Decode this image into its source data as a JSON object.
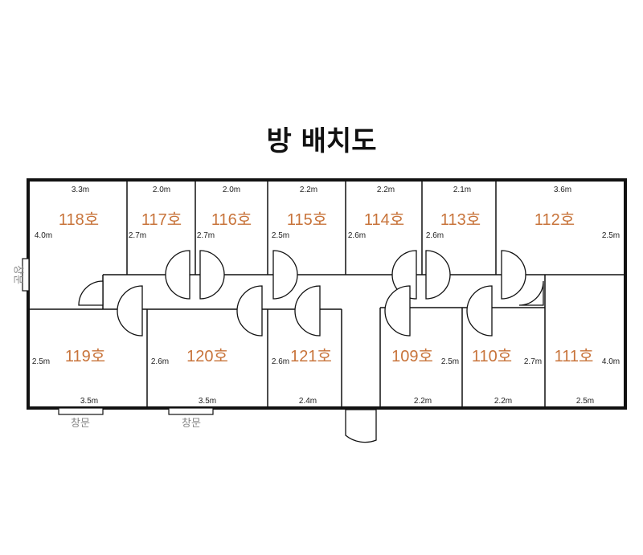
{
  "title": "방 배치도",
  "rooms": [
    {
      "id": "118",
      "label": "118호",
      "width": "3.3m",
      "height": "4.0m"
    },
    {
      "id": "117",
      "label": "117호",
      "width": "2.0m",
      "height": "2.7m"
    },
    {
      "id": "116",
      "label": "116호",
      "width": "2.0m",
      "height": "2.7m"
    },
    {
      "id": "115",
      "label": "115호",
      "width": "2.2m",
      "height": "2.5m"
    },
    {
      "id": "114",
      "label": "114호",
      "width": "2.2m",
      "height": "2.6m"
    },
    {
      "id": "113",
      "label": "113호",
      "width": "2.1m",
      "height": "2.6m"
    },
    {
      "id": "112",
      "label": "112호",
      "width": "3.6m",
      "height": "2.5m"
    },
    {
      "id": "119",
      "label": "119호",
      "width": "3.5m",
      "height": "2.5m"
    },
    {
      "id": "120",
      "label": "120호",
      "width": "3.5m",
      "height": "2.6m"
    },
    {
      "id": "121",
      "label": "121호",
      "width": "2.4m",
      "height": "2.6m"
    },
    {
      "id": "109",
      "label": "109호",
      "width": "2.2m",
      "height": "2.5m"
    },
    {
      "id": "110",
      "label": "110호",
      "width": "2.2m",
      "height": "2.7m"
    },
    {
      "id": "111",
      "label": "111호",
      "width": "2.5m",
      "height": "4.0m"
    }
  ],
  "windows": {
    "left": "창문",
    "bottom_1": "창문",
    "bottom_2": "창문"
  },
  "colors": {
    "room_label": "#c8743b",
    "wall": "#111111",
    "window": "#888888"
  }
}
